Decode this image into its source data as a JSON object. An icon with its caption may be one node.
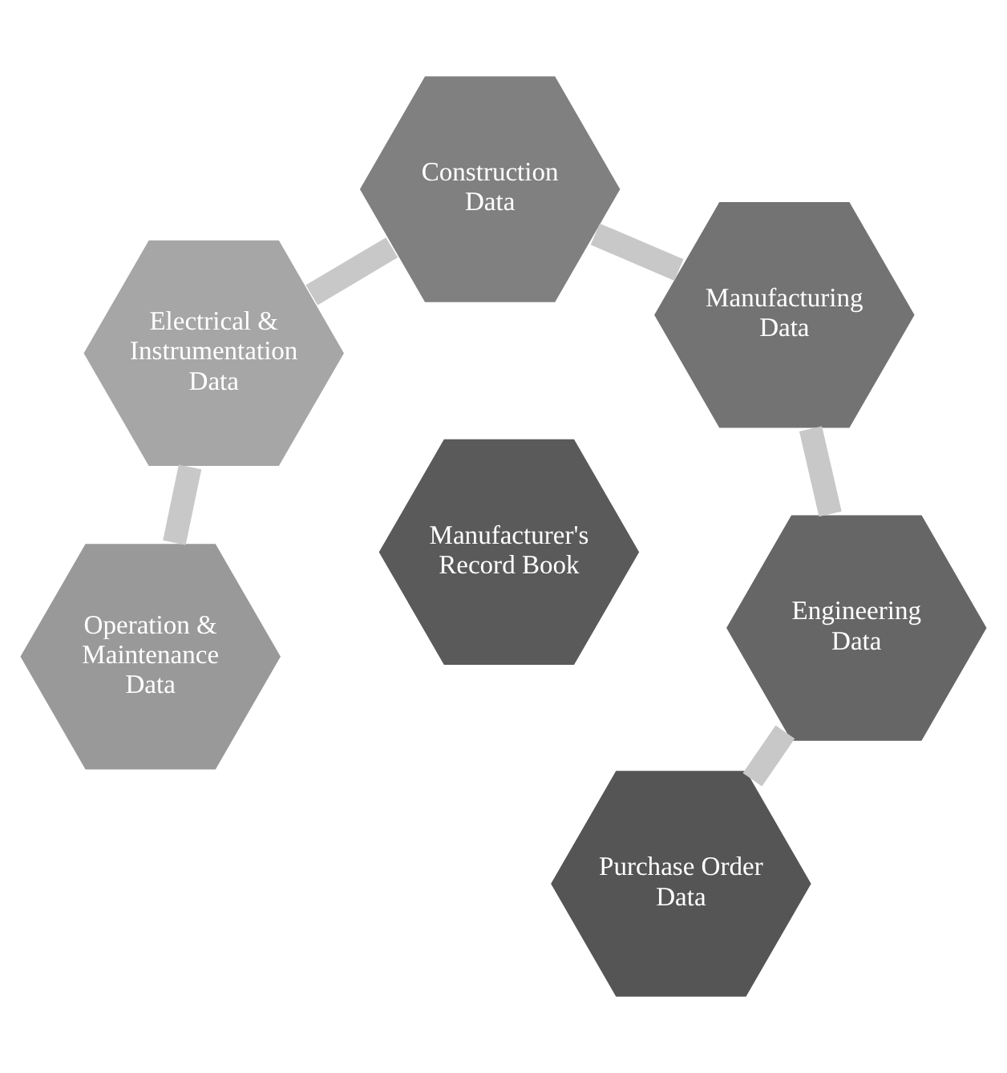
{
  "diagram": {
    "nodes": [
      {
        "text": [
          "Manufacturer's Record Book"
        ]
      },
      {
        "text": [
          "Purchase Order Data"
        ]
      },
      {
        "text": [
          "Engineering Data"
        ]
      },
      {
        "text": [
          "Manufacturing Data"
        ]
      },
      {
        "text": [
          "Construction Data"
        ]
      },
      {
        "text": [
          "Electrical & Instrumentation Data"
        ]
      },
      {
        "text": [
          "Operation & Maintenance Data"
        ]
      }
    ],
    "edges": [
      {
        "from": 1,
        "to": 2,
        "arrow": "none"
      },
      {
        "from": 2,
        "to": 3,
        "arrow": "none"
      },
      {
        "from": 3,
        "to": 4,
        "arrow": "none"
      },
      {
        "from": 4,
        "to": 5,
        "arrow": "none"
      },
      {
        "from": 5,
        "to": 6,
        "arrow": "none"
      }
    ]
  }
}
